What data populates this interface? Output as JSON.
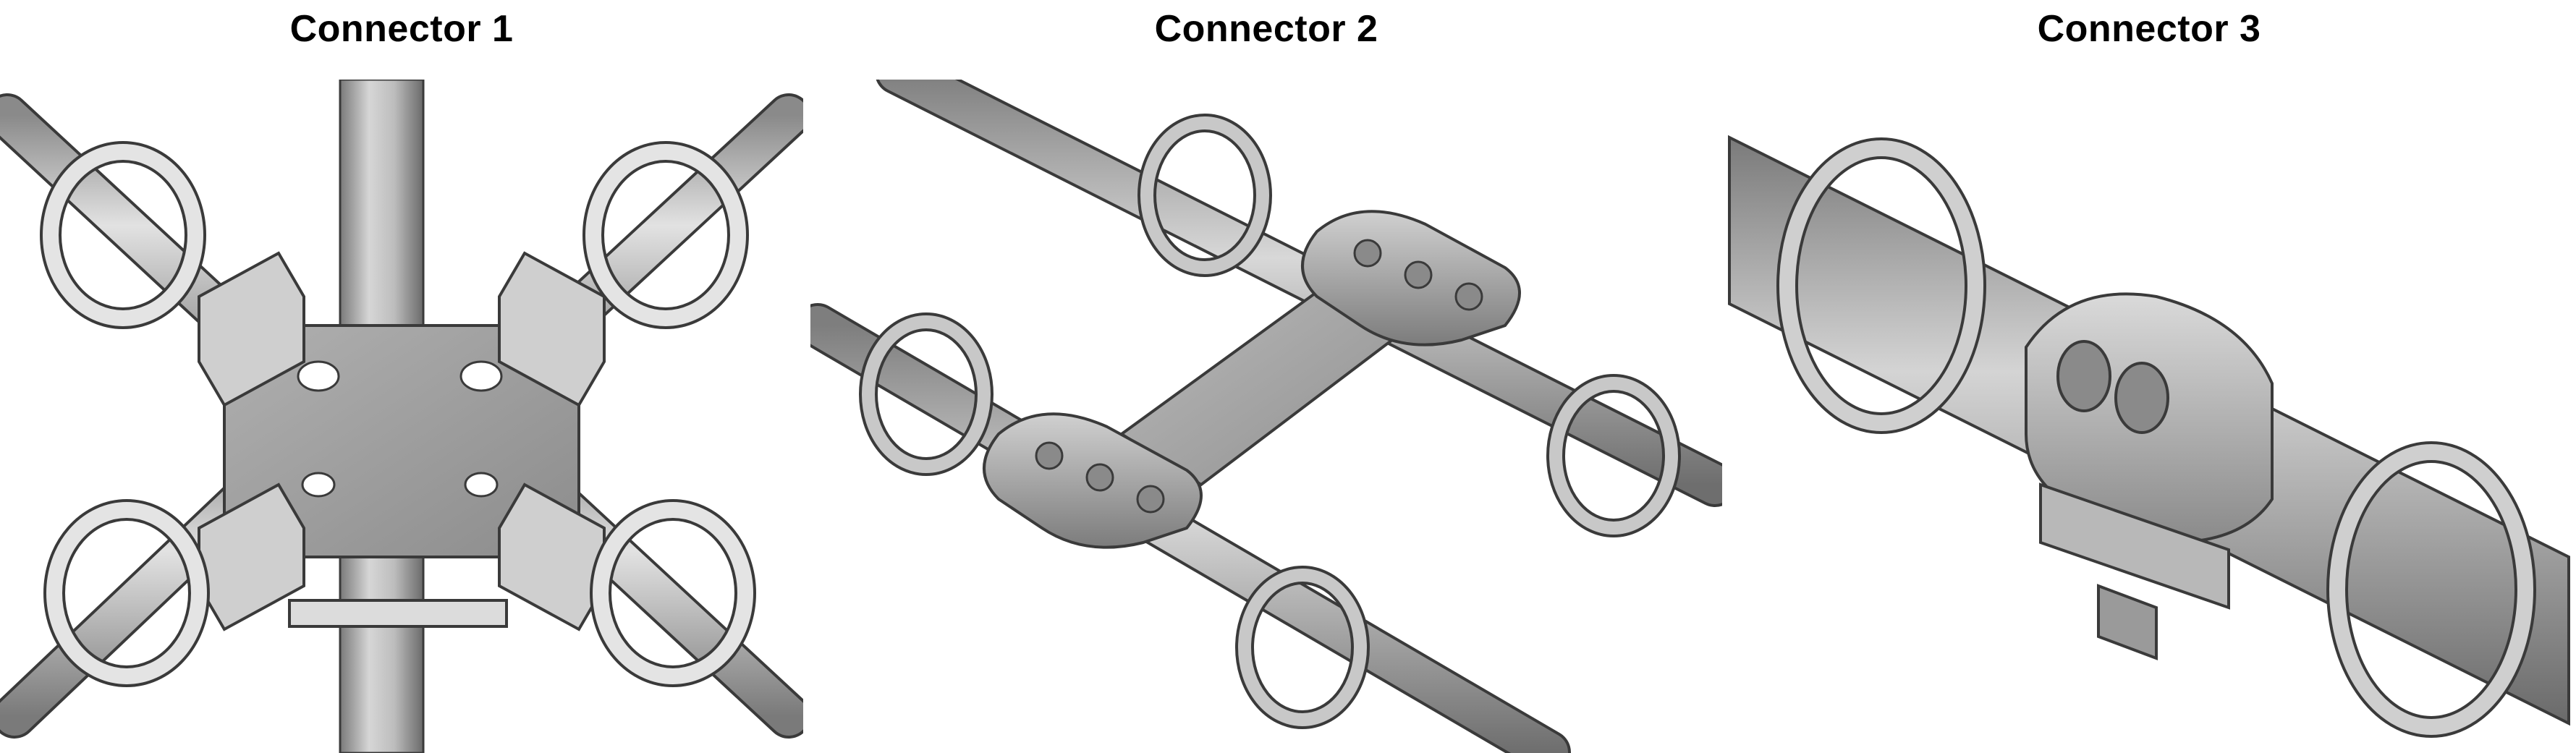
{
  "figure": {
    "panels": [
      {
        "title": "Connector 1"
      },
      {
        "title": "Connector 2"
      },
      {
        "title": "Connector 3"
      }
    ]
  },
  "colors": {
    "background": "#ffffff",
    "metal_light": "#d9d9d9",
    "metal_mid": "#a8a8a8",
    "metal_dark": "#6e6e6e",
    "outline": "#3a3a3a"
  }
}
